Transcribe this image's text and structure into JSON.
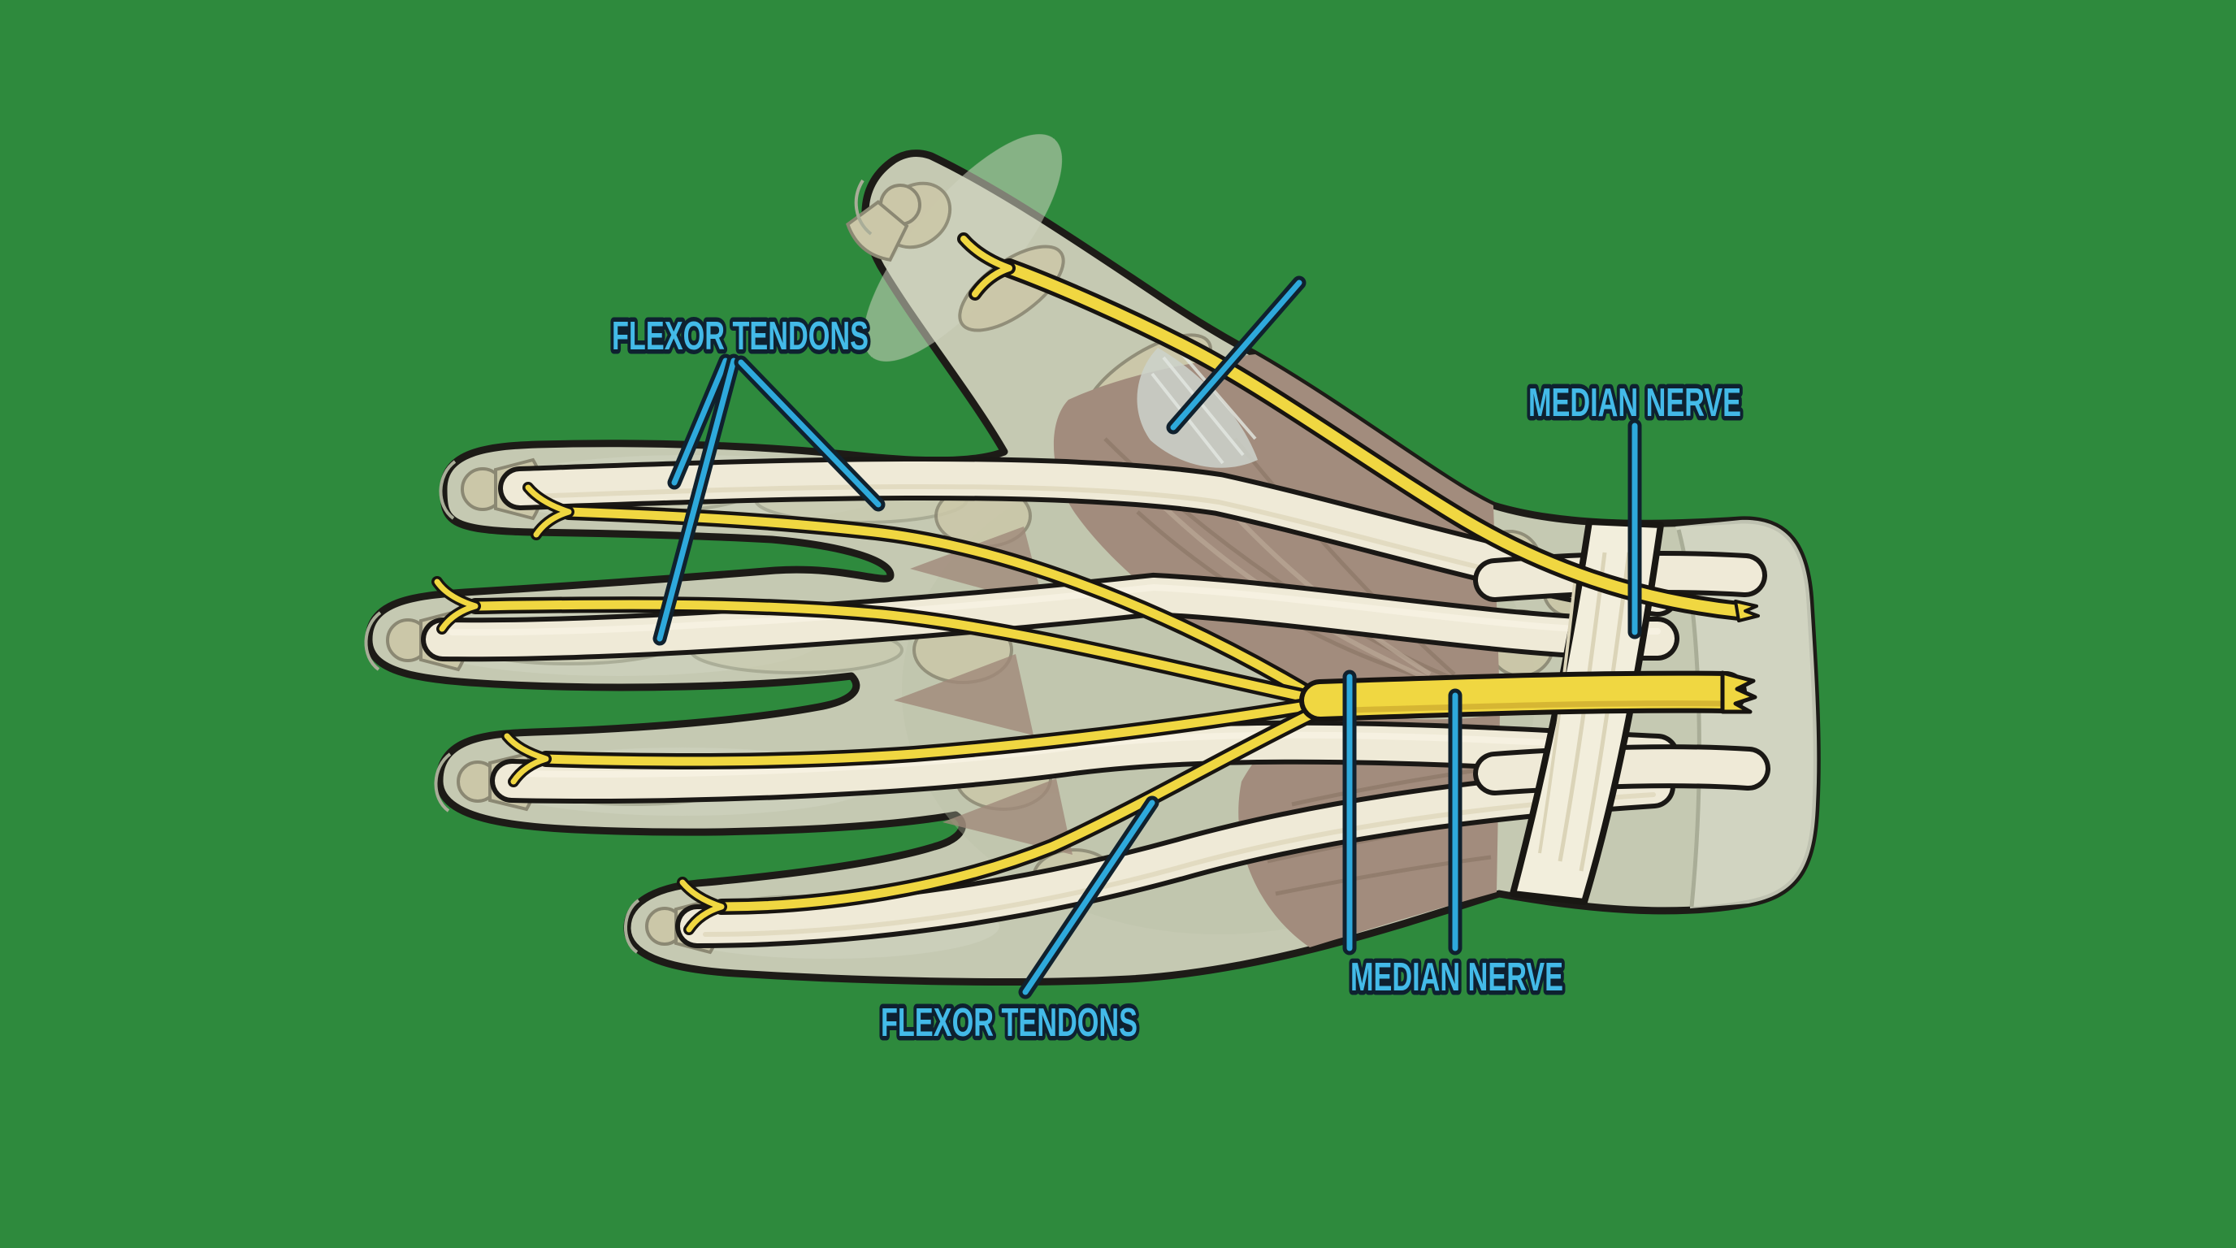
{
  "figure": {
    "type": "anatomical-diagram",
    "subject": "palmar hand anatomy with carpal tunnel structures",
    "background_color": "#2e8a3d",
    "label_color": "#43bae8",
    "label_outline_color": "#0e2130",
    "leader_line_color": "#2ea9dc",
    "leader_line_outline_color": "#10212e",
    "labels": {
      "flexor_tendons_top": "FLEXOR TENDONS",
      "median_nerve_top": "MEDIAN NERVE",
      "median_nerve_bottom": "MEDIAN NERVE",
      "flexor_tendons_bottom": "FLEXOR TENDONS"
    },
    "palette": {
      "skin": "#c5c9b2",
      "skin_light": "#d0d4c1",
      "tendon": "#efead7",
      "carpal_ligament": "#f2eedc",
      "nerve": "#f0d741",
      "muscle": "#a28c7d",
      "bone": "#cbc7a8",
      "outline": "#1d1b17"
    }
  }
}
